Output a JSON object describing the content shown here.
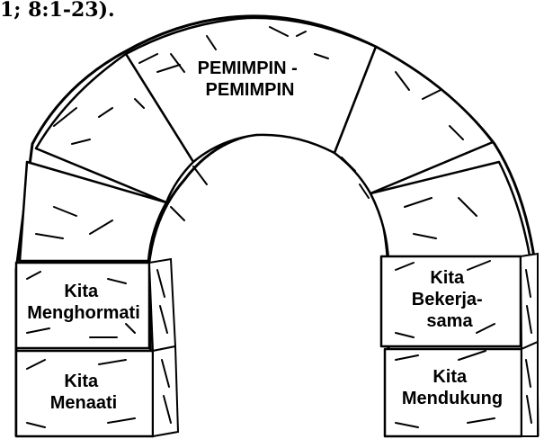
{
  "header": {
    "reference_fragment": "1; 8:1-23)."
  },
  "arch": {
    "keystone_label": [
      "PEMIMPIN -",
      "PEMIMPIN"
    ],
    "left_upper_label": [
      "Kita",
      "Menghormati"
    ],
    "left_lower_label": [
      "Kita",
      "Menaati"
    ],
    "right_upper_label": [
      "Kita",
      "Bekerja-",
      "sama"
    ],
    "right_lower_label": [
      "Kita",
      "Mendukung"
    ]
  },
  "colors": {
    "ink": "#000000",
    "paper": "#ffffff"
  }
}
